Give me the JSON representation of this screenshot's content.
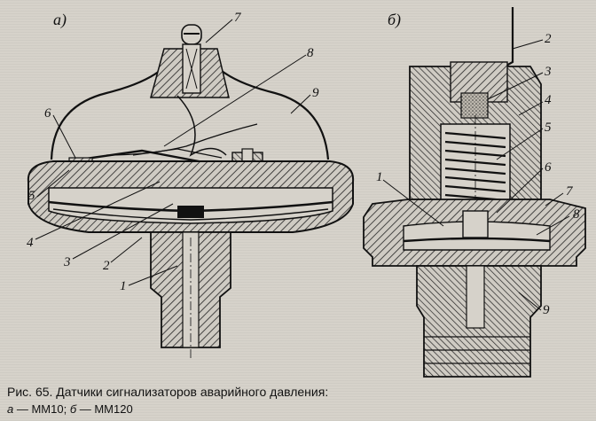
{
  "figure": {
    "panel_a": "а)",
    "panel_b": "б)",
    "labels_a": [
      "7",
      "8",
      "9",
      "6",
      "5",
      "4",
      "3",
      "2",
      "1"
    ],
    "labels_b": [
      "2",
      "3",
      "4",
      "5",
      "1",
      "6",
      "7",
      "8",
      "9"
    ]
  },
  "caption": {
    "line1": "Рис. 65. Датчики сигнализаторов аварийного давления:",
    "line2_a": "а",
    "line2_a_text": " — ММ10; ",
    "line2_b": "б",
    "line2_b_text": " — ММ120"
  }
}
